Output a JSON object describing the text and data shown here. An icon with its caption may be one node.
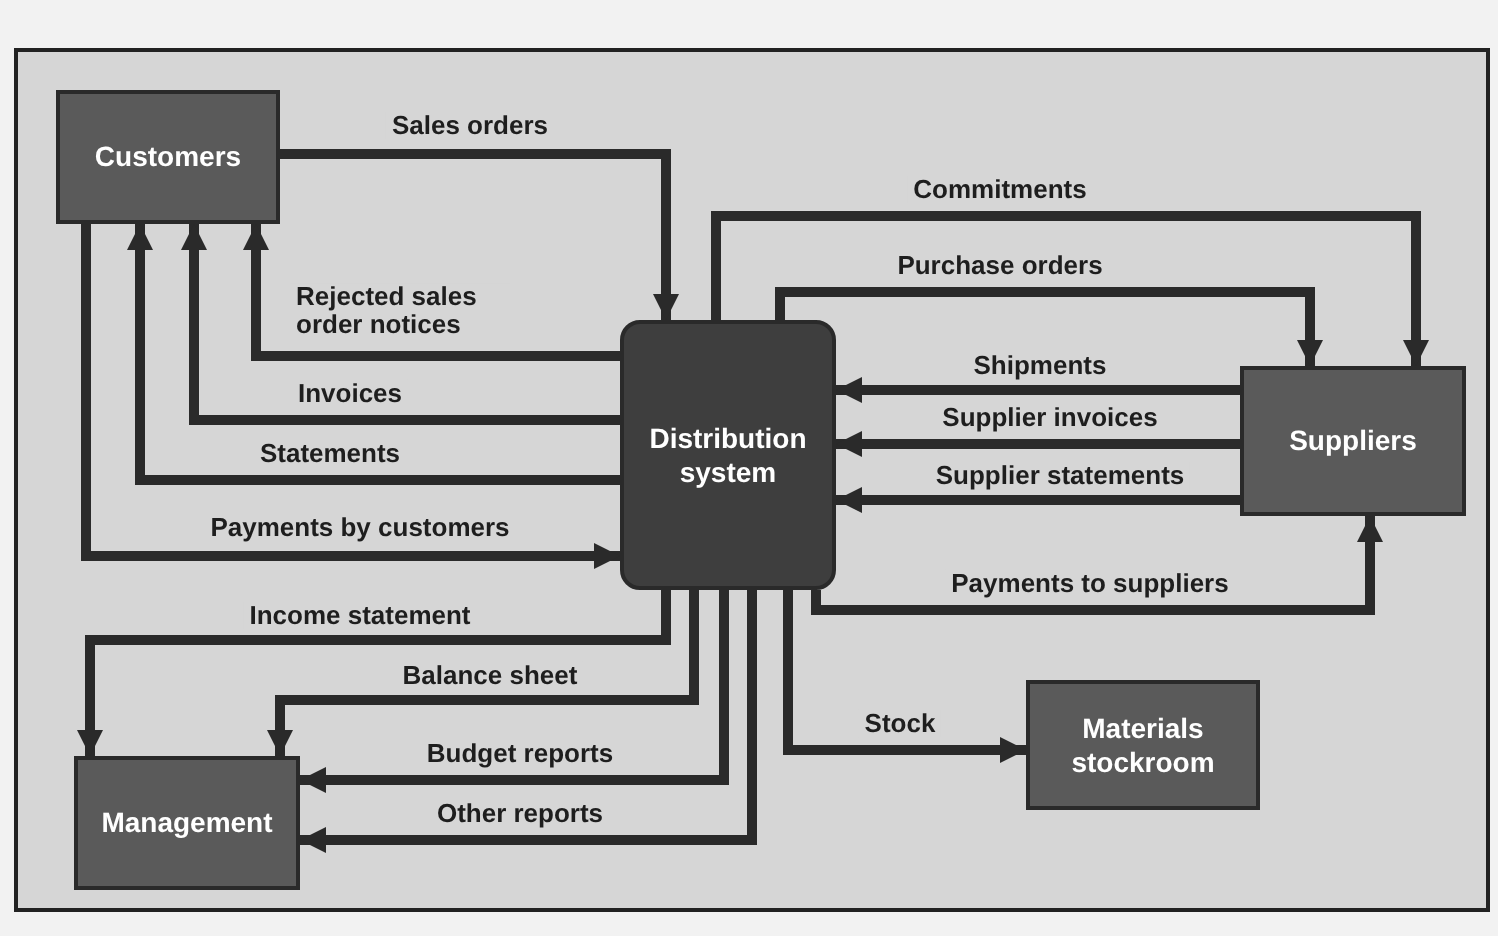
{
  "diagram": {
    "nodes": [
      {
        "text": [
          "Customers"
        ]
      },
      {
        "text": [
          "Distribution system"
        ]
      },
      {
        "text": [
          "Suppliers"
        ]
      },
      {
        "text": [
          "Management"
        ]
      },
      {
        "text": [
          "Materials stockroom"
        ]
      }
    ],
    "edges": [
      {
        "from": 0,
        "to": 1,
        "arrow": "to",
        "label": "Sales orders"
      },
      {
        "from": 1,
        "to": 0,
        "arrow": "to",
        "label": "Rejected sales order notices"
      },
      {
        "from": 1,
        "to": 0,
        "arrow": "to",
        "label": "Invoices"
      },
      {
        "from": 1,
        "to": 0,
        "arrow": "to",
        "label": "Statements"
      },
      {
        "from": 0,
        "to": 1,
        "arrow": "to",
        "label": "Payments by customers"
      },
      {
        "from": 1,
        "to": 2,
        "arrow": "to",
        "label": "Commitments"
      },
      {
        "from": 1,
        "to": 2,
        "arrow": "to",
        "label": "Purchase orders"
      },
      {
        "from": 2,
        "to": 1,
        "arrow": "to",
        "label": "Shipments"
      },
      {
        "from": 2,
        "to": 1,
        "arrow": "to",
        "label": "Supplier invoices"
      },
      {
        "from": 2,
        "to": 1,
        "arrow": "to",
        "label": "Supplier statements"
      },
      {
        "from": 1,
        "to": 2,
        "arrow": "to",
        "label": "Payments to suppliers"
      },
      {
        "from": 1,
        "to": 3,
        "arrow": "to",
        "label": "Income statement"
      },
      {
        "from": 1,
        "to": 3,
        "arrow": "to",
        "label": "Balance sheet"
      },
      {
        "from": 1,
        "to": 3,
        "arrow": "to",
        "label": "Budget reports"
      },
      {
        "from": 1,
        "to": 3,
        "arrow": "to",
        "label": "Other reports"
      },
      {
        "from": 1,
        "to": 4,
        "arrow": "to",
        "label": "Stock"
      }
    ]
  }
}
